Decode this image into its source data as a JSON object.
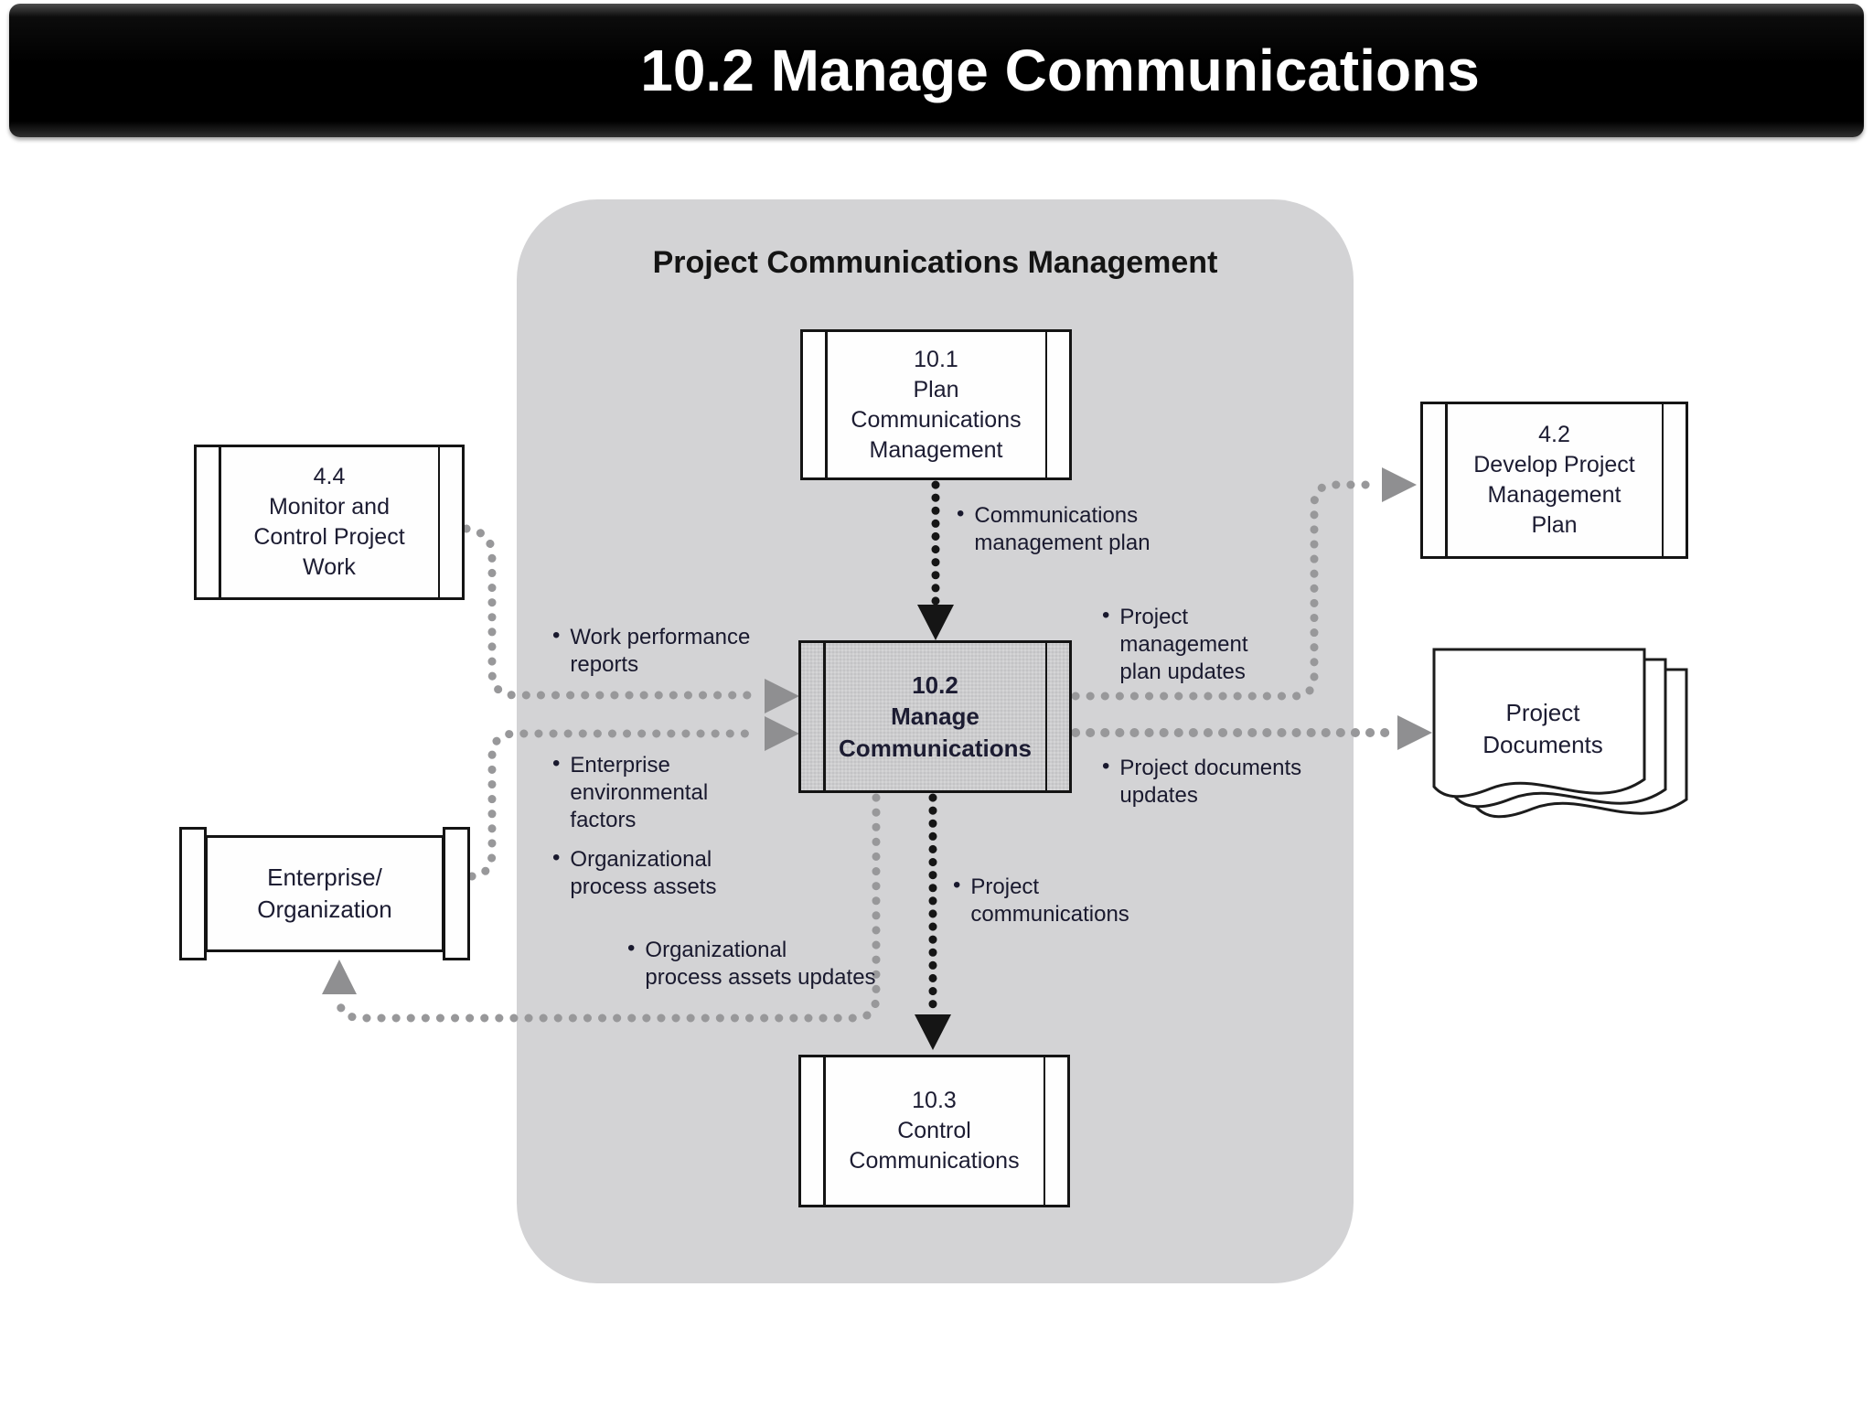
{
  "title": "10.2 Manage Communications",
  "bullet": "•",
  "container": {
    "title": "Project Communications Management"
  },
  "boxes": {
    "plan": {
      "id": "10.1",
      "name": "Plan\nCommunications\nManagement"
    },
    "manage": {
      "id": "10.2",
      "name": "Manage\nCommunications"
    },
    "control": {
      "id": "10.3",
      "name": "Control\nCommunications"
    },
    "monitor": {
      "id": "4.4",
      "name": "Monitor and\nControl Project\nWork"
    },
    "develop": {
      "id": "4.2",
      "name": "Develop Project\nManagement\nPlan"
    },
    "enterprise": {
      "name": "Enterprise/\nOrganization"
    },
    "documents": {
      "name": "Project\nDocuments"
    }
  },
  "labels": {
    "comm_mgmt_plan": "Communications\nmanagement plan",
    "work_perf_reports": "Work performance\nreports",
    "eef": "Enterprise\nenvironmental\nfactors",
    "opa": "Organizational\nprocess assets",
    "opa_updates": "Organizational\nprocess assets updates",
    "project_comms": "Project\ncommunications",
    "pmp_updates": "Project\nmanagement\nplan updates",
    "doc_updates": "Project documents\nupdates"
  },
  "colors": {
    "titlebar_bg": "#000000",
    "titlebar_text": "#ffffff",
    "container_bg": "#d3d3d5",
    "highlight_box_bg": "#cbcbcd",
    "box_border": "#141414",
    "gray_flow": "#98989a",
    "black_flow": "#151515",
    "text": "#1c1c32"
  }
}
